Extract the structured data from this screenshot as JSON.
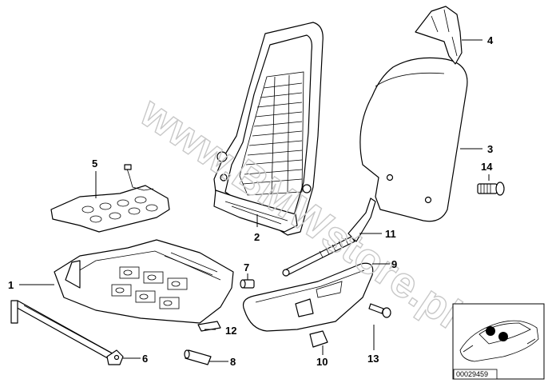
{
  "watermark": "www.BMWstore.pl",
  "callouts": [
    "1",
    "2",
    "3",
    "4",
    "5",
    "6",
    "7",
    "8",
    "9",
    "10",
    "11",
    "12",
    "13",
    "14"
  ],
  "reference_code": "00029459"
}
